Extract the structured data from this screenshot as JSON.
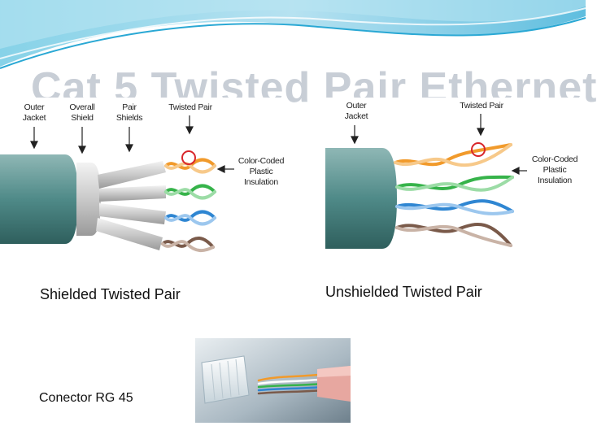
{
  "slide": {
    "title": "Cat 5 Twisted Pair Ethernet"
  },
  "stp_diagram": {
    "label_outer_jacket": "Outer\nJacket",
    "label_overall_shield": "Overall\nShield",
    "label_pair_shields": "Pair\nShields",
    "label_twisted_pair": "Twisted Pair",
    "label_color_coded": "Color-Coded\nPlastic\nInsulation",
    "caption": "Shielded Twisted Pair"
  },
  "utp_diagram": {
    "label_outer_jacket": "Outer\nJacket",
    "label_twisted_pair": "Twisted Pair",
    "label_color_coded": "Color-Coded\nPlastic\nInsulation",
    "caption": "Unshielded Twisted Pair"
  },
  "connector": {
    "caption": "Conector RG 45"
  },
  "colors": {
    "wave_light": "#b7e4f2",
    "wave_mid": "#5ec3e0",
    "wave_dark": "#2aa8d4",
    "jacket": "#4f8a88",
    "pair_orange": "#f19a2b",
    "pair_green": "#36b34a",
    "pair_blue": "#2f86d2",
    "pair_brown": "#7a5a4a",
    "highlight_ring": "#d8252a"
  }
}
